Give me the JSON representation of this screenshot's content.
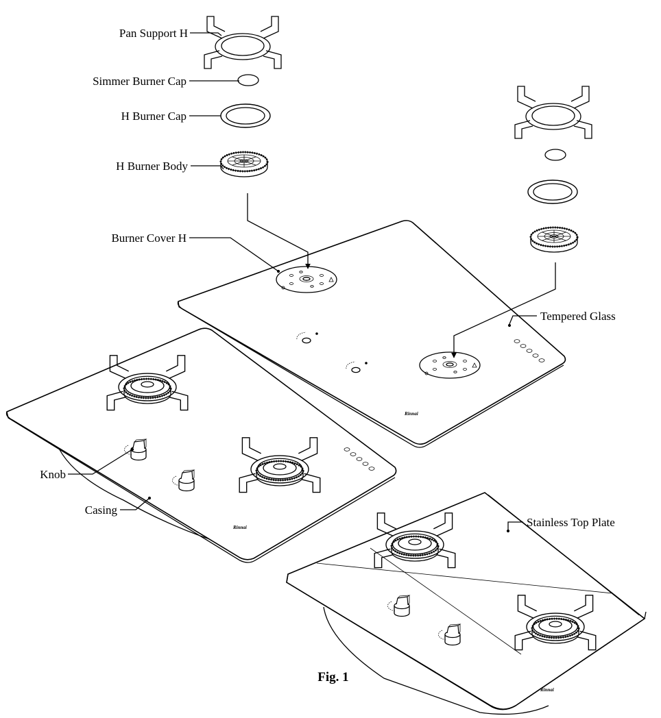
{
  "figure": {
    "caption": "Fig. 1"
  },
  "labels": {
    "pan_support": "Pan Support H",
    "simmer_burner_cap": "Simmer Burner Cap",
    "h_burner_cap": "H Burner Cap",
    "h_burner_body": "H Burner Body",
    "burner_cover": "Burner Cover H",
    "tempered_glass": "Tempered Glass",
    "knob": "Knob",
    "casing": "Casing",
    "stainless_top_plate": "Stainless Top Plate"
  },
  "brand_marks": {
    "glass_top": "Rinnai",
    "assembled": "Rinnai",
    "stainless": "Rinnai"
  },
  "colors": {
    "line": "#000000",
    "background": "#ffffff"
  }
}
